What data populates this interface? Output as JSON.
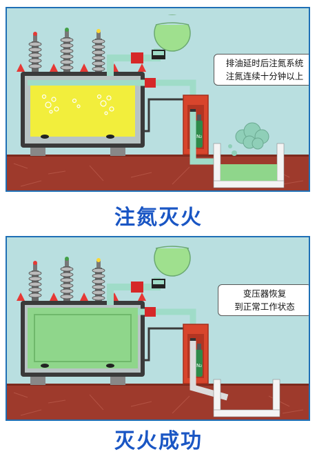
{
  "panels": [
    {
      "id": "nitrogen-injection",
      "state": "fire",
      "tank_fill_color": "#f2ee3c",
      "callout_lines": [
        "排油延时后注氮系统",
        "注氮连续十分钟以上"
      ],
      "nitrogen_label": "N₂",
      "caption": "注氮灭火"
    },
    {
      "id": "extinguished",
      "state": "restored",
      "tank_fill_color": "#8fd68b",
      "callout_lines": [
        "变压器恢复",
        "到正常工作状态"
      ],
      "nitrogen_label": "N₂",
      "caption": "灭火成功"
    }
  ],
  "colors": {
    "caption": "#1a56c4",
    "panel_bg": "#b9dfe0",
    "ground": "#9e3a2c",
    "cabinet": "#d8452c",
    "pipe": "#9fdcc8",
    "valve": "#d62828",
    "conservator": "#9fe08e",
    "tank_frame": "#2a2a2a"
  }
}
